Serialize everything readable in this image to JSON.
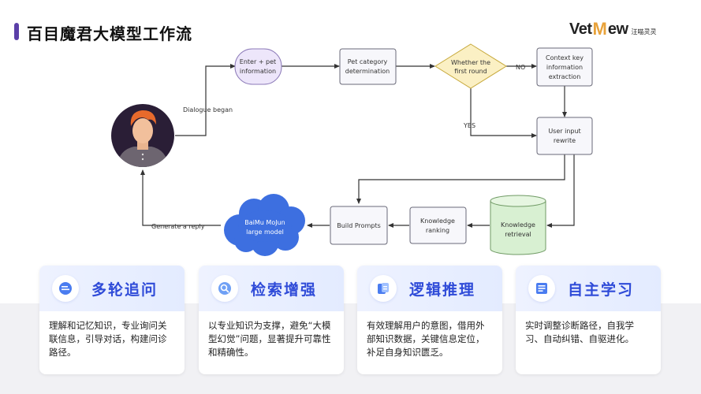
{
  "header": {
    "title": "百目魔君大模型工作流"
  },
  "logo": {
    "main_left": "Vet",
    "main_m": "M",
    "main_right": "ew",
    "sub": "汪喵灵灵"
  },
  "diagram": {
    "nodes": {
      "enter_pet": [
        "Enter + pet",
        "information"
      ],
      "pet_category": [
        "Pet category",
        "determination"
      ],
      "first_round": [
        "Whether the",
        "first round"
      ],
      "context_key": [
        "Context key",
        "information",
        "extraction"
      ],
      "user_input": [
        "User input",
        "rewrite"
      ],
      "knowledge_retrieval": [
        "Knowledge",
        "retrieval"
      ],
      "knowledge_ranking": [
        "Knowledge",
        "ranking"
      ],
      "build_prompts": [
        "Build Prompts"
      ],
      "large_model": [
        "BaiMu MoJun",
        "large model"
      ]
    },
    "edges": {
      "dialogue_began": "Dialogue began",
      "no": "NO",
      "yes": "YES",
      "generate_reply": "Generate a reply"
    },
    "colors": {
      "enter_fill": "#ede6fa",
      "enter_stroke": "#8c7ab8",
      "decision_fill": "#fbf0c4",
      "decision_stroke": "#c7a93c",
      "retrieval_fill": "#d8f0d2",
      "retrieval_stroke": "#6f9a64",
      "cloud_fill": "#3d6fe0",
      "box_fill": "#f7f7fb",
      "box_stroke": "#6a6a78"
    }
  },
  "cards": [
    {
      "title": "多轮追问",
      "icon": "chat-bubble-icon",
      "body": "理解和记忆知识，专业询问关联信息，引导对话，构建问诊路径。"
    },
    {
      "title": "检索增强",
      "icon": "search-doc-icon",
      "body": "以专业知识为支撑，避免“大模型幻觉”问题，显著提升可靠性和精确性。"
    },
    {
      "title": "逻辑推理",
      "icon": "reasoning-icon",
      "body": "有效理解用户的意图，借用外部知识数据，关键信息定位，补足自身知识匮乏。"
    },
    {
      "title": "自主学习",
      "icon": "book-list-icon",
      "body": "实时调整诊断路径，自我学习、自动纠错、自驱进化。"
    }
  ]
}
